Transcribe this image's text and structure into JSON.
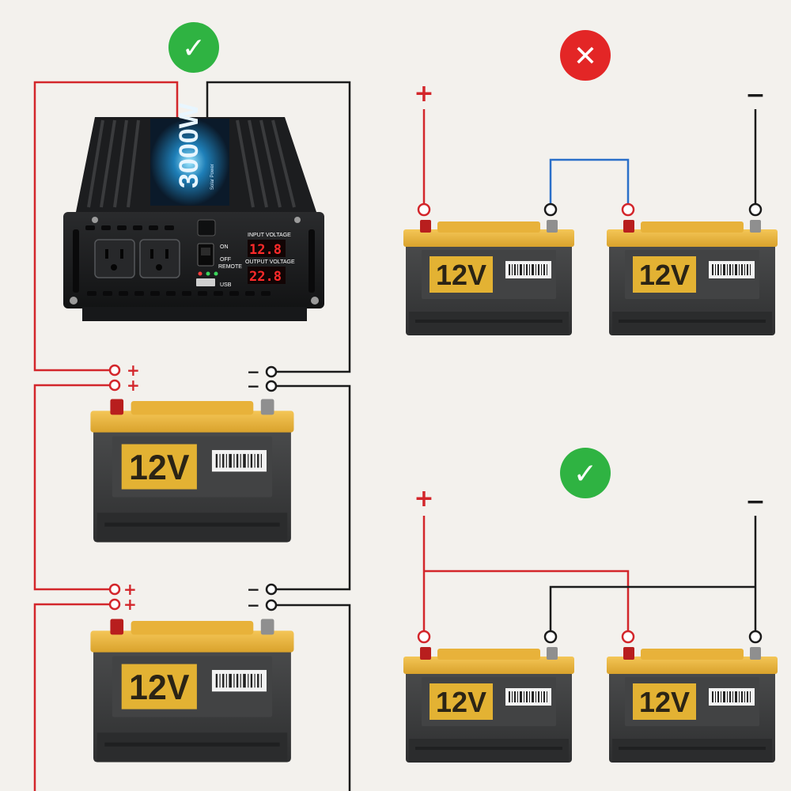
{
  "inverter": {
    "brand_text": "3000W",
    "subtitle_text": "Solar Power",
    "display_input_label": "INPUT VOLTAGE",
    "display_output_label": "OUTPUT VOLTAGE",
    "display_input_value": "12.8",
    "display_output_value": "22.8",
    "switch_on_label": "ON",
    "switch_off_label": "OFF",
    "remote_label": "REMOTE",
    "usb_label": "USB"
  },
  "battery_label": "12V",
  "terminal_plus": "+",
  "terminal_minus": "−",
  "status": {
    "correct_glyph": "✓",
    "wrong_glyph": "✕",
    "correct_color": "#2fb342",
    "wrong_color": "#e32626"
  },
  "colors": {
    "positive_wire": "#d3262b",
    "negative_wire": "#1b1b1b",
    "jumper_wire": "#2a6fc9",
    "battery_body": "#3b3c3d",
    "battery_lid": "#e8b23a",
    "label_bg": "#e3b233"
  }
}
